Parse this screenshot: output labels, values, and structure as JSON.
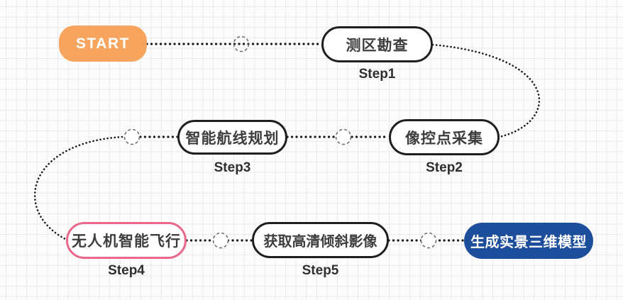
{
  "theme": {
    "colors": {
      "start_bg": "#f7a55e",
      "end_bg": "#1d4e9b",
      "highlight_border": "#e9688b",
      "node_border": "#1f1f1f",
      "node_text": "#3d3d3d",
      "step_text": "#2f2f2f",
      "connector": "#1a1a1a",
      "node_ring": "#6f6f6f",
      "grid_line": "#e9e9e9",
      "canvas_bg": "#fcfcfc"
    }
  },
  "diagram": {
    "type": "flowchart",
    "start": {
      "label": "START"
    },
    "steps": [
      {
        "label": "测区勘查",
        "step": "Step1"
      },
      {
        "label": "像控点采集",
        "step": "Step2"
      },
      {
        "label": "智能航线规划",
        "step": "Step3"
      },
      {
        "label": "无人机智能飞行",
        "step": "Step4",
        "highlighted": true
      },
      {
        "label": "获取高清倾斜影像",
        "step": "Step5"
      }
    ],
    "end": {
      "label": "生成实景三维模型"
    }
  }
}
